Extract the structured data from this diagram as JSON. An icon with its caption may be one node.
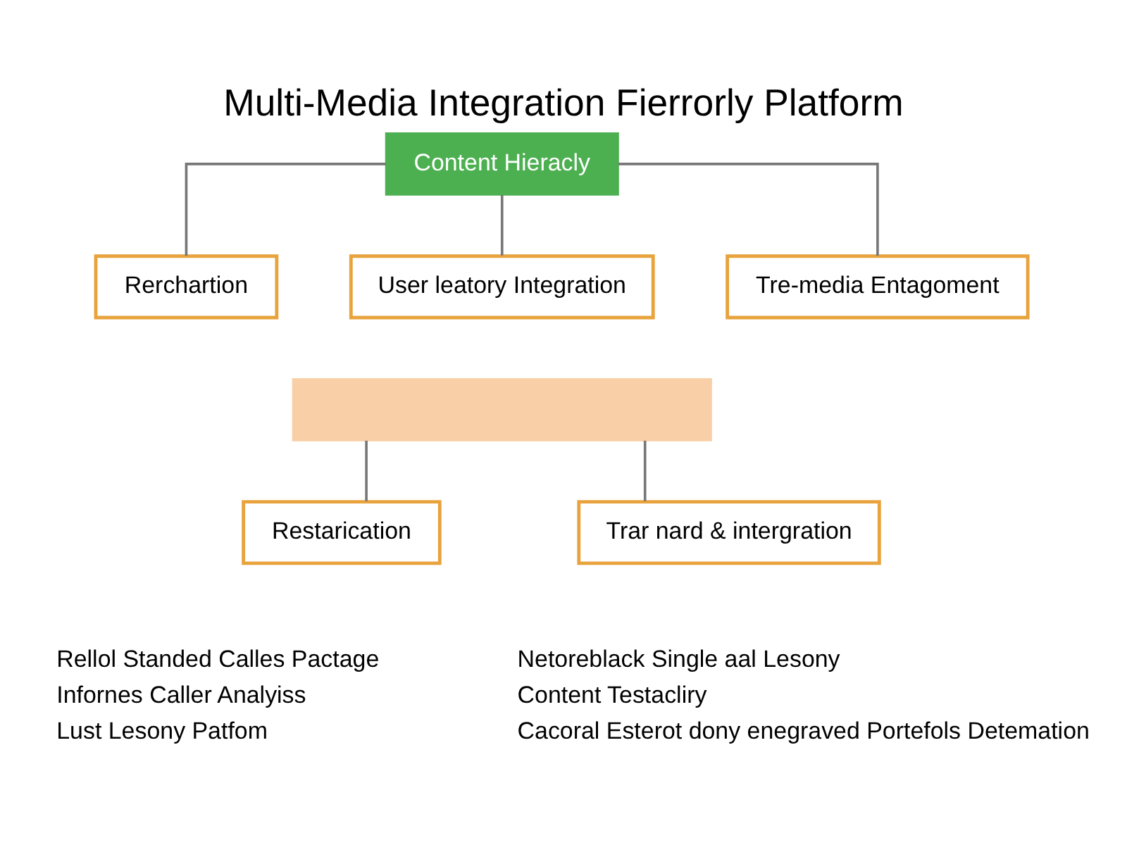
{
  "diagram": {
    "title": "Multi-Media Integration Fierrorly Platform",
    "nodes": [
      {
        "text": [
          "Content Hieracly"
        ]
      },
      {
        "text": [
          "Rerchartion"
        ]
      },
      {
        "text": [
          "User leatory Integration"
        ]
      },
      {
        "text": [
          "Tre-media Entagoment"
        ]
      },
      {
        "text": [],
        "shape": "box"
      },
      {
        "text": [
          "Restarication"
        ]
      },
      {
        "text": [
          "Trar nard & intergration"
        ]
      }
    ],
    "edges": [
      {
        "from": 0,
        "to": 1,
        "arrow": "none"
      },
      {
        "from": 0,
        "to": 2,
        "arrow": "none"
      },
      {
        "from": 0,
        "to": 3,
        "arrow": "none"
      },
      {
        "from": 4,
        "to": 5,
        "arrow": "none"
      },
      {
        "from": 4,
        "to": 6,
        "arrow": "none"
      }
    ],
    "labels": [
      "Rellol Standed Calles Pactage",
      "Infornes Caller Analyiss",
      "Lust Lesony Patfom",
      "Netoreblack Single aal Lesony",
      "Content Testacliry",
      "Cacoral Esterot dony enegraved Portefols Detemation"
    ]
  }
}
